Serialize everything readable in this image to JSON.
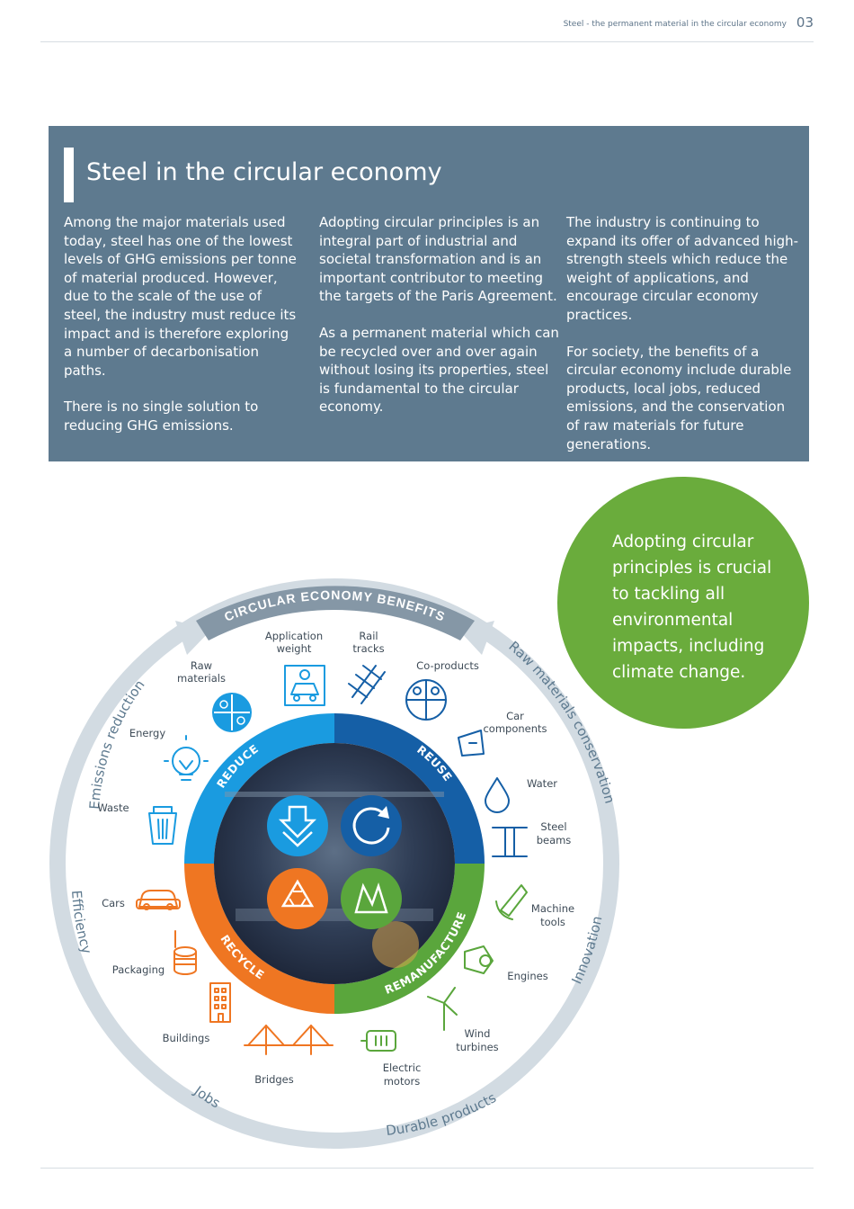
{
  "header": {
    "title": "Steel - the permanent material  in the circular economy",
    "page_number": "03"
  },
  "info": {
    "title": "Steel in the circular economy",
    "col1": [
      "Among the major materials used today, steel has one of the lowest levels of GHG emissions per tonne of material produced. However, due to the scale of the use of steel, the industry must reduce its impact and is therefore exploring a number of decarbonisation paths.",
      "There is no single solution to reducing GHG emissions."
    ],
    "col2": [
      "Adopting circular principles is an integral part of industrial and societal transformation and is an important contributor to meeting the targets of the Paris Agreement.",
      "As a permanent material which can be recycled over and over again without losing its properties, steel is fundamental to the circular economy."
    ],
    "col3": [
      "The industry is continuing to expand its offer of advanced high-strength steels which reduce the weight of applications, and encourage circular economy practices.",
      "For society, the benefits of a circular economy include durable products, local jobs, reduced emissions, and the conservation of raw materials for future generations."
    ]
  },
  "callout": "Adopting circular principles is crucial to tackling all environmental impacts, including climate change.",
  "diagram": {
    "banner": "CIRCULAR ECONOMY BENEFITS",
    "outer_ring": {
      "left_top": "Emissions reduction",
      "left_mid": "Efficiency",
      "bottom_left": "Jobs",
      "bottom_right": "Durable products",
      "right_mid": "Innovation",
      "right_top": "Raw materials conservation"
    },
    "segments": {
      "reduce": "REDUCE",
      "reuse": "REUSE",
      "recycle": "RECYCLE",
      "remanufacture": "REMANUFACTURE"
    },
    "items": {
      "application_weight": [
        "Application",
        "weight"
      ],
      "rail_tracks": [
        "Rail",
        "tracks"
      ],
      "raw_materials": [
        "Raw",
        "materials"
      ],
      "co_products": "Co-products",
      "car_components": [
        "Car",
        "components"
      ],
      "energy": "Energy",
      "water": "Water",
      "waste": "Waste",
      "steel_beams": [
        "Steel",
        "beams"
      ],
      "cars": "Cars",
      "machine_tools": [
        "Machine",
        "tools"
      ],
      "packaging": "Packaging",
      "engines": "Engines",
      "buildings": "Buildings",
      "wind_turbines": [
        "Wind",
        "turbines"
      ],
      "bridges": "Bridges",
      "electric_motors": [
        "Electric",
        "motors"
      ]
    },
    "colors": {
      "reduce": "#1a9be0",
      "reuse": "#155fa6",
      "recycle": "#ef7622",
      "remanufacture": "#5aa63c",
      "ring": "#d2dbe2",
      "banner": "#8597a6"
    }
  }
}
